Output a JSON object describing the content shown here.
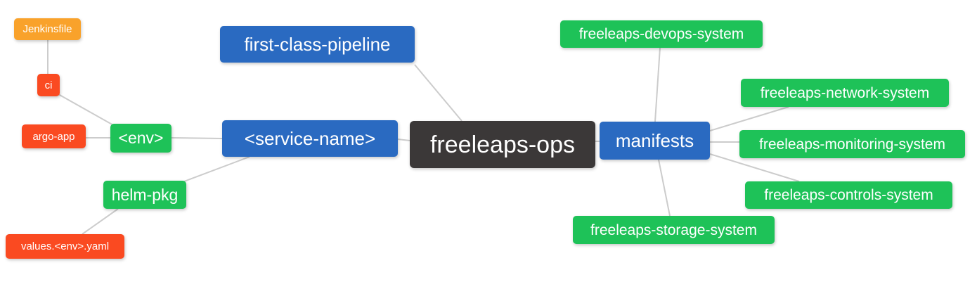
{
  "diagram_type": "mindmap",
  "colors": {
    "background": "#ffffff",
    "edge": "#cccccc",
    "root_bg": "#3b3838",
    "level1_bg": "#2a6ac1",
    "green_bg": "#1ec258",
    "red_bg": "#fa4a21",
    "orange_bg": "#f9a22b",
    "node_text": "#ffffff"
  },
  "nodes": {
    "root": {
      "label": "freeleaps-ops"
    },
    "first_class_pipeline": {
      "label": "first-class-pipeline"
    },
    "service_name": {
      "label": "<service-name>"
    },
    "env": {
      "label": "<env>"
    },
    "ci": {
      "label": "ci"
    },
    "jenkinsfile": {
      "label": "Jenkinsfile"
    },
    "argo_app": {
      "label": "argo-app"
    },
    "helm_pkg": {
      "label": "helm-pkg"
    },
    "values_env_yaml": {
      "label": "values.<env>.yaml"
    },
    "manifests": {
      "label": "manifests"
    },
    "devops_system": {
      "label": "freeleaps-devops-system"
    },
    "network_system": {
      "label": "freeleaps-network-system"
    },
    "monitoring_system": {
      "label": "freeleaps-monitoring-system"
    },
    "controls_system": {
      "label": "freeleaps-controls-system"
    },
    "storage_system": {
      "label": "freeleaps-storage-system"
    }
  },
  "hierarchy": {
    "freeleaps-ops": {
      "first-class-pipeline": {},
      "<service-name>": {
        "<env>": {
          "ci": {
            "Jenkinsfile": {}
          },
          "argo-app": {}
        },
        "helm-pkg": {
          "values.<env>.yaml": {}
        }
      },
      "manifests": {
        "freeleaps-devops-system": {},
        "freeleaps-network-system": {},
        "freeleaps-monitoring-system": {},
        "freeleaps-controls-system": {},
        "freeleaps-storage-system": {}
      }
    }
  },
  "edges": [
    {
      "from": "ci",
      "to": "jenkinsfile"
    },
    {
      "from": "env",
      "to": "ci"
    },
    {
      "from": "env",
      "to": "argo_app"
    },
    {
      "from": "service_name",
      "to": "env"
    },
    {
      "from": "service_name",
      "to": "helm_pkg"
    },
    {
      "from": "helm_pkg",
      "to": "values_env_yaml"
    },
    {
      "from": "root",
      "to": "first_class_pipeline"
    },
    {
      "from": "root",
      "to": "service_name"
    },
    {
      "from": "root",
      "to": "manifests"
    },
    {
      "from": "manifests",
      "to": "devops_system"
    },
    {
      "from": "manifests",
      "to": "network_system"
    },
    {
      "from": "manifests",
      "to": "monitoring_system"
    },
    {
      "from": "manifests",
      "to": "controls_system"
    },
    {
      "from": "manifests",
      "to": "storage_system"
    }
  ]
}
